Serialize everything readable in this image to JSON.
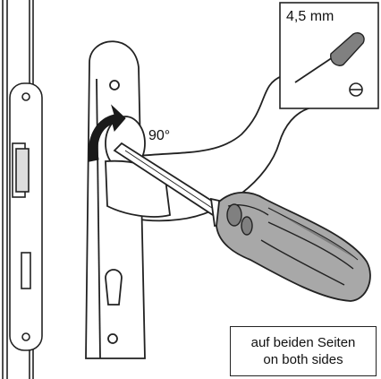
{
  "annotations": {
    "rotation_angle": "90°",
    "tool_size": "4,5 mm",
    "note_line1": "auf beiden Seiten",
    "note_line2": "on both sides"
  },
  "colors": {
    "line": "#222222",
    "handle_dark": "#808080",
    "handle_mid": "#a8a8a8",
    "arrow": "#1a1a1a"
  },
  "icons": [
    "screwdriver-icon",
    "slotted-screw-head-icon",
    "rotation-arrow-icon"
  ]
}
